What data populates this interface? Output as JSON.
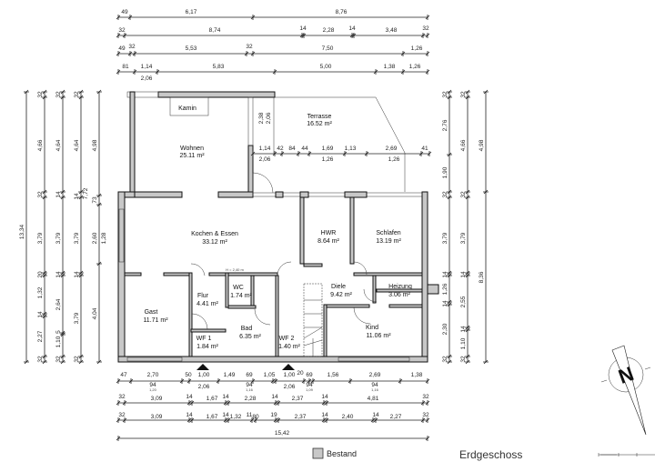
{
  "title": "Erdgeschoss",
  "legend": {
    "label": "Bestand",
    "color": "#c8c8c8"
  },
  "rooms": {
    "kamin": "Kamin",
    "wohnen": {
      "name": "Wohnen",
      "area": "25.11 m²"
    },
    "terrasse": {
      "name": "Terrasse",
      "area": "16.52 m²"
    },
    "kochen": {
      "name": "Kochen & Essen",
      "area": "33.12 m²"
    },
    "hwr": {
      "name": "HWR",
      "area": "8.64 m²"
    },
    "schlafen": {
      "name": "Schlafen",
      "area": "13.19 m²"
    },
    "gast": {
      "name": "Gast",
      "area": "11.71 m²"
    },
    "flur": {
      "name": "Flur",
      "area": "4.41 m²"
    },
    "wc": {
      "name": "WC",
      "area": "1.74 m²"
    },
    "bad": {
      "name": "Bad",
      "area": "6.35 m²"
    },
    "wf1": {
      "name": "WF 1",
      "area": "1.84 m²"
    },
    "wf2": {
      "name": "WF 2",
      "area": "1.40 m²"
    },
    "diele": {
      "name": "Diele",
      "area": "9.42 m²"
    },
    "heizung": {
      "name": "Heizung",
      "area": "3.06 m²"
    },
    "kind": {
      "name": "Kind",
      "area": "11.06 m²"
    }
  },
  "height_note": "H = 2,40 m",
  "north_label": "N",
  "dims": {
    "top": [
      [
        "49",
        "6,17",
        "8,76"
      ],
      [
        "32",
        "8,74",
        "14",
        "2,28",
        "14",
        "3,48",
        "32"
      ],
      [
        "49",
        "32",
        "5,53",
        "32",
        "7,50",
        "1,26"
      ],
      [
        "81",
        "1,14",
        "2,06",
        "5,83",
        "5,00",
        "1,38",
        "1,26"
      ]
    ],
    "terrace": [
      "1,14",
      "42",
      "84",
      "44",
      "1,69",
      "1,13",
      "2,69",
      "41",
      "2,06",
      "1,26",
      "1,26",
      "2,38",
      "2,06"
    ],
    "bottom": [
      [
        "47",
        "2,70",
        "50",
        "1,00",
        "1,49",
        "69",
        "1,05",
        "1,00",
        "20",
        "69",
        "1,56",
        "2,69",
        "1,38"
      ],
      [
        "94",
        "2,06",
        "94",
        "2,06",
        "94",
        "94"
      ],
      [
        "1,20",
        "1,16",
        "1,09",
        "1,16"
      ],
      [
        "32",
        "3,09",
        "14",
        "1,67",
        "14",
        "2,28",
        "14",
        "2,37",
        "14",
        "4,81",
        "32"
      ],
      [
        "32",
        "3,09",
        "14",
        "1,67",
        "14",
        "1,32",
        "11",
        "80",
        "19",
        "2,37",
        "14",
        "2,40",
        "14",
        "2,27",
        "32"
      ],
      [
        "15,42"
      ]
    ],
    "left": [
      [
        "13,34"
      ],
      [
        "32",
        "4,66",
        "32",
        "3,79",
        "20",
        "1,32",
        "14",
        "2,27",
        "32"
      ],
      [
        "32",
        "4,64",
        "14",
        "3,79",
        "14",
        "2,64",
        "1,10",
        "5",
        "32"
      ],
      [
        "32",
        "4,64",
        "7,72",
        "14",
        "3,79",
        "14",
        "3,79",
        "32"
      ],
      [
        "4,98",
        "73",
        "2,60",
        "1,28",
        "4,04"
      ]
    ],
    "right": [
      [
        "32",
        "2,76",
        "1,90",
        "32",
        "3,79",
        "14",
        "1,26",
        "14",
        "2,30",
        "32"
      ],
      [
        "32",
        "4,66",
        "32",
        "3,79",
        "14",
        "2,55",
        "14",
        "1,10",
        "32"
      ],
      [
        "4,98",
        "8,36"
      ]
    ]
  }
}
